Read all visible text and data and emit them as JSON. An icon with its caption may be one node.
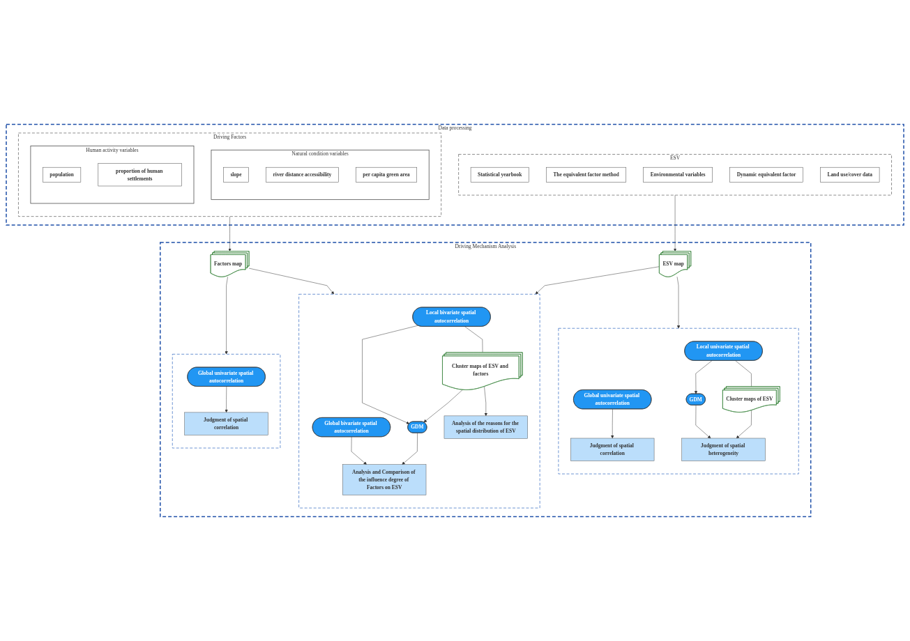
{
  "diagram": {
    "nodes": [
      {
        "text": [
          "Data processing"
        ]
      },
      {
        "text": [
          "ESV"
        ],
        "in": 0
      },
      {
        "text": [
          "Statistical yearbook"
        ],
        "in": 1
      },
      {
        "text": [
          "The equivalent factor method"
        ],
        "in": 1
      },
      {
        "text": [
          "Environmental variables"
        ],
        "in": 1
      },
      {
        "text": [
          "Dynamic equivalent factor"
        ],
        "in": 1
      },
      {
        "text": [
          "Land use/cover data"
        ],
        "in": 1
      },
      {
        "text": [
          "Driving Factors"
        ],
        "in": 0
      },
      {
        "text": [
          "Natural condition variables"
        ],
        "in": 7
      },
      {
        "text": [
          "slope"
        ],
        "in": 8
      },
      {
        "text": [
          "river distance accessibility"
        ],
        "in": 8
      },
      {
        "text": [
          "per capita green area"
        ],
        "in": 8
      },
      {
        "text": [
          "Human activity variables"
        ],
        "in": 7
      },
      {
        "text": [
          "population"
        ],
        "in": 12
      },
      {
        "text": [
          "proportion of human settlements"
        ],
        "in": 12
      },
      {
        "text": [
          "Driving Mechanism Analysis"
        ]
      },
      {
        "text": [
          "ESV map"
        ],
        "in": 15
      },
      {
        "text": [
          "Factors map"
        ],
        "in": 15
      },
      {
        "text": [],
        "shape": "box",
        "in": 15
      },
      {
        "text": [
          "Global univariate spatial autocorrelation"
        ],
        "in": 18
      },
      {
        "text": [
          "Local univariate spatial autocorrelation"
        ],
        "in": 18
      },
      {
        "text": [
          "Cluster maps of ESV"
        ],
        "in": 18
      },
      {
        "text": [
          "GDM"
        ],
        "in": 18
      },
      {
        "text": [
          "Judgment of spatial correlation"
        ],
        "in": 18
      },
      {
        "text": [
          "Judgment of spatial heterogeneity"
        ],
        "in": 18
      },
      {
        "text": [],
        "shape": "box",
        "in": 15
      },
      {
        "text": [
          "Global bivariate spatial autocorrelation"
        ],
        "in": 25
      },
      {
        "text": [
          "Local bivariate spatial autocorrelation"
        ],
        "in": 25
      },
      {
        "text": [
          "GDM"
        ],
        "in": 25
      },
      {
        "text": [
          "Cluster maps of ESV and factors"
        ],
        "in": 25
      },
      {
        "text": [
          "Analysis and Comparison of the influence degree of Factors on ESV"
        ],
        "in": 25
      },
      {
        "text": [
          "Analysis of the reasons for the spatial distribution of ESV"
        ],
        "in": 25
      },
      {
        "text": [],
        "shape": "box",
        "in": 15
      },
      {
        "text": [
          "Global univariate spatial autocorrelation"
        ],
        "in": 32
      },
      {
        "text": [
          "Judgment of spatial correlation"
        ],
        "in": 32
      }
    ],
    "edges": [
      {
        "from": 1,
        "to": 16,
        "arrow": "to"
      },
      {
        "from": 7,
        "to": 17,
        "arrow": "to"
      },
      {
        "from": 16,
        "to": 18,
        "arrow": "to"
      },
      {
        "from": 16,
        "to": 25,
        "arrow": "to"
      },
      {
        "from": 17,
        "to": 25,
        "arrow": "to"
      },
      {
        "from": 17,
        "to": 32,
        "arrow": "to"
      },
      {
        "from": 19,
        "to": 23,
        "arrow": "to"
      },
      {
        "from": 20,
        "to": 21,
        "arrow": "none"
      },
      {
        "from": 20,
        "to": 22,
        "arrow": "to"
      },
      {
        "from": 22,
        "to": 24,
        "arrow": "to"
      },
      {
        "from": 21,
        "to": 24,
        "arrow": "to"
      },
      {
        "from": 26,
        "to": 30,
        "arrow": "to"
      },
      {
        "from": 27,
        "to": 28,
        "arrow": "to"
      },
      {
        "from": 27,
        "to": 29,
        "arrow": "none"
      },
      {
        "from": 29,
        "to": 28,
        "arrow": "to"
      },
      {
        "from": 28,
        "to": 30,
        "arrow": "to"
      },
      {
        "from": 29,
        "to": 31,
        "arrow": "to"
      },
      {
        "from": 33,
        "to": 34,
        "arrow": "to"
      }
    ]
  }
}
